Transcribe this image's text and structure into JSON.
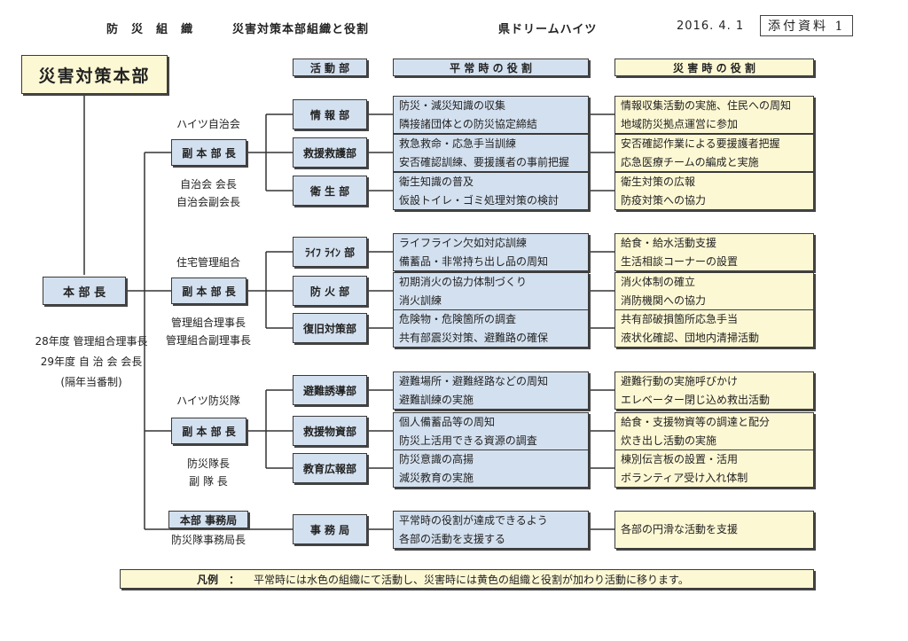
{
  "header": {
    "title": "防　災　組　織",
    "subtitle": "災害対策本部組織と役割",
    "org": "県ドリームハイツ",
    "date": "2016. 4. 1",
    "stamp": "添付資料 1"
  },
  "hq": {
    "title": "災害対策本部"
  },
  "column_headers": {
    "dept": "活 動 部",
    "normal": "平 常 時 の 役 割",
    "disaster": "災 害 時 の 役 割"
  },
  "chief": {
    "label": "本 部 長",
    "note1": "28年度 管理組合理事長",
    "note2": "29年度 自 治 会 会長",
    "note3": "(隔年当番制)"
  },
  "groups": [
    {
      "org": "ハイツ自治会",
      "vice": "副 本 部 長",
      "member1": "自治会 会長",
      "member2": "自治会副会長",
      "depts": [
        {
          "name": "情 報 部",
          "normal": [
            "防災・減災知識の収集",
            "隣接諸団体との防災協定締結"
          ],
          "disaster": [
            "情報収集活動の実施、住民への周知",
            "地域防災拠点運営に参加"
          ]
        },
        {
          "name": "救援救護部",
          "normal": [
            "救急救命・応急手当訓練",
            "安否確認訓練、要援護者の事前把握"
          ],
          "disaster": [
            "安否確認作業による要援護者把握",
            "応急医療チームの編成と実施"
          ]
        },
        {
          "name": "衛 生 部",
          "normal": [
            "衛生知識の普及",
            "仮設トイレ・ゴミ処理対策の検討"
          ],
          "disaster": [
            "衛生対策の広報",
            "防疫対策への協力"
          ]
        }
      ]
    },
    {
      "org": "住宅管理組合",
      "vice": "副 本 部 長",
      "member1": "管理組合理事長",
      "member2": "管理組合副理事長",
      "depts": [
        {
          "name": "ﾗｲﾌ ﾗｲﾝ 部",
          "normal": [
            "ライフライン欠如対応訓練",
            "備蓄品・非常持ち出し品の周知"
          ],
          "disaster": [
            "給食・給水活動支援",
            "生活相談コーナーの設置"
          ]
        },
        {
          "name": "防 火 部",
          "normal": [
            "初期消火の協力体制づくり",
            "消火訓練"
          ],
          "disaster": [
            "消火体制の確立",
            "消防機関への協力"
          ]
        },
        {
          "name": "復旧対策部",
          "normal": [
            "危険物・危険箇所の調査",
            "共有部震災対策、避難路の確保"
          ],
          "disaster": [
            "共有部破損箇所応急手当",
            "液状化確認、団地内清掃活動"
          ]
        }
      ]
    },
    {
      "org": "ハイツ防災隊",
      "vice": "副 本 部 長",
      "member1": "防災隊長",
      "member2": "副 隊 長",
      "depts": [
        {
          "name": "避難誘導部",
          "normal": [
            "避難場所・避難経路などの周知",
            "避難訓練の実施"
          ],
          "disaster": [
            "避難行動の実施呼びかけ",
            "エレベーター閉じ込め救出活動"
          ]
        },
        {
          "name": "救援物資部",
          "normal": [
            "個人備蓄品等の周知",
            "防災上活用できる資源の調査"
          ],
          "disaster": [
            "給食・支援物資等の調達と配分",
            "炊き出し活動の実施"
          ]
        },
        {
          "name": "教育広報部",
          "normal": [
            "防災意識の高揚",
            "減災教育の実施"
          ],
          "disaster": [
            "棟別伝言板の設置・活用",
            "ボランティア受け入れ体制"
          ]
        }
      ]
    }
  ],
  "office": {
    "label": "本部 事務局",
    "member": "防災隊事務局長",
    "dept": "事 務 局",
    "normal": [
      "平常時の役割が達成できるよう",
      "各部の活動を支援する"
    ],
    "disaster": "各部の円滑な活動を支援"
  },
  "legend": {
    "key": "凡例　：",
    "text": "平常時には水色の組織にて活動し、災害時には黄色の組織と役割が加わり活動に移ります。"
  },
  "colors": {
    "blue": "#d3e0ef",
    "yellow": "#fdf8d4",
    "line": "#333333"
  }
}
